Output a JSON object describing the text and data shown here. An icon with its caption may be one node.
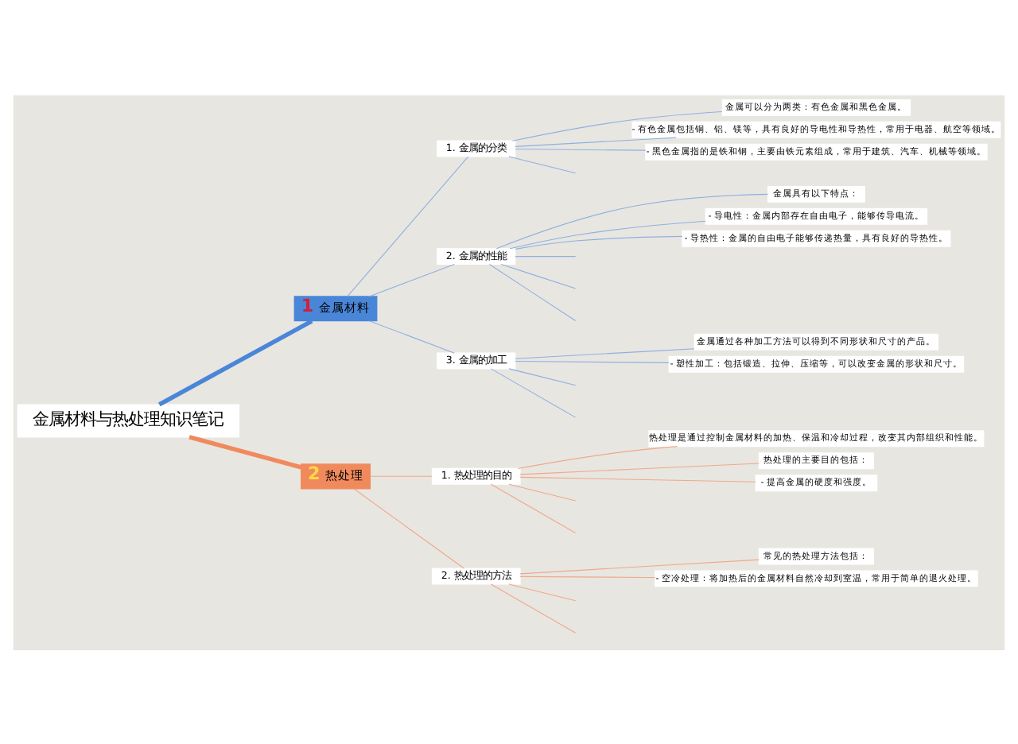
{
  "diagram": {
    "nodes": [
      {
        "text": [
          "金属材料与热处理知识笔记"
        ]
      },
      {
        "text": [
          "1",
          "金属材料"
        ]
      },
      {
        "text": [
          "1. 金属的分类"
        ]
      },
      {
        "text": [
          "金属可以分为两类：有色金属和黑色金属。"
        ]
      },
      {
        "text": [
          "- 有色金属包括铜、铝、镁等，具有良好的导电性和导热性，常用于电器、航空等领域。"
        ]
      },
      {
        "text": [
          "- 黑色金属指的是铁和钢，主要由铁元素组成，常用于建筑、汽车、机械等领域。"
        ]
      },
      {
        "text": [
          "2. 金属的性能"
        ]
      },
      {
        "text": [
          "金属具有以下特点："
        ]
      },
      {
        "text": [
          "- 导电性：金属内部存在自由电子，能够传导电流。"
        ]
      },
      {
        "text": [
          "- 导热性：金属的自由电子能够传递热量，具有良好的导热性。"
        ]
      },
      {
        "text": [
          "3. 金属的加工"
        ]
      },
      {
        "text": [
          "金属通过各种加工方法可以得到不同形状和尺寸的产品。"
        ]
      },
      {
        "text": [
          "- 塑性加工：包括锻造、拉伸、压缩等，可以改变金属的形状和尺寸。"
        ]
      },
      {
        "text": [
          "2",
          "热处理"
        ]
      },
      {
        "text": [
          "1. 热处理的目的"
        ]
      },
      {
        "text": [
          "热处理是通过控制金属材料的加热、保温和冷却过程，改变其内部组织和性能。"
        ]
      },
      {
        "text": [
          "热处理的主要目的包括："
        ]
      },
      {
        "text": [
          "- 提高金属的硬度和强度。"
        ]
      },
      {
        "text": [
          "2. 热处理的方法"
        ]
      },
      {
        "text": [
          "常见的热处理方法包括："
        ]
      },
      {
        "text": [
          "- 空冷处理：将加热后的金属材料自然冷却到室温，常用于简单的退火处理。"
        ]
      }
    ],
    "edges": [
      {
        "from": 0,
        "to": 1,
        "arrow": "none",
        "style": "thick",
        "color": "#4a86d8"
      },
      {
        "from": 1,
        "to": 2,
        "arrow": "none",
        "color": "#8fb0e0"
      },
      {
        "from": 2,
        "to": null,
        "arrow": "none",
        "color": "#8fb0e0"
      },
      {
        "from": 2,
        "to": 3,
        "arrow": "none",
        "color": "#8fb0e0"
      },
      {
        "from": 2,
        "to": 4,
        "arrow": "none",
        "color": "#8fb0e0"
      },
      {
        "from": 2,
        "to": 5,
        "arrow": "none",
        "color": "#8fb0e0"
      },
      {
        "from": 1,
        "to": 6,
        "arrow": "none",
        "color": "#8fb0e0"
      },
      {
        "from": 6,
        "to": null,
        "arrow": "none",
        "color": "#8fb0e0"
      },
      {
        "from": 6,
        "to": 7,
        "arrow": "none",
        "color": "#8fb0e0"
      },
      {
        "from": 6,
        "to": 8,
        "arrow": "none",
        "color": "#8fb0e0"
      },
      {
        "from": 6,
        "to": 9,
        "arrow": "none",
        "color": "#8fb0e0"
      },
      {
        "from": 6,
        "to": null,
        "arrow": "none",
        "color": "#8fb0e0"
      },
      {
        "from": 6,
        "to": null,
        "arrow": "none",
        "color": "#8fb0e0"
      },
      {
        "from": 1,
        "to": 10,
        "arrow": "none",
        "color": "#8fb0e0"
      },
      {
        "from": 10,
        "to": null,
        "arrow": "none",
        "color": "#8fb0e0"
      },
      {
        "from": 10,
        "to": 11,
        "arrow": "none",
        "color": "#8fb0e0"
      },
      {
        "from": 10,
        "to": 12,
        "arrow": "none",
        "color": "#8fb0e0"
      },
      {
        "from": 10,
        "to": null,
        "arrow": "none",
        "color": "#8fb0e0"
      },
      {
        "from": 0,
        "to": 13,
        "arrow": "none",
        "style": "thick",
        "color": "#f08a5d"
      },
      {
        "from": 13,
        "to": 14,
        "arrow": "none",
        "color": "#f0a888"
      },
      {
        "from": 14,
        "to": null,
        "arrow": "none",
        "color": "#f0a888"
      },
      {
        "from": 14,
        "to": 15,
        "arrow": "none",
        "color": "#f0a888"
      },
      {
        "from": 14,
        "to": 16,
        "arrow": "none",
        "color": "#f0a888"
      },
      {
        "from": 14,
        "to": 17,
        "arrow": "none",
        "color": "#f0a888"
      },
      {
        "from": 14,
        "to": null,
        "arrow": "none",
        "color": "#f0a888"
      },
      {
        "from": 13,
        "to": 18,
        "arrow": "none",
        "color": "#f0a888"
      },
      {
        "from": 18,
        "to": null,
        "arrow": "none",
        "color": "#f0a888"
      },
      {
        "from": 18,
        "to": 19,
        "arrow": "none",
        "color": "#f0a888"
      },
      {
        "from": 18,
        "to": 20,
        "arrow": "none",
        "color": "#f0a888"
      },
      {
        "from": 18,
        "to": null,
        "arrow": "none",
        "color": "#f0a888"
      }
    ]
  }
}
